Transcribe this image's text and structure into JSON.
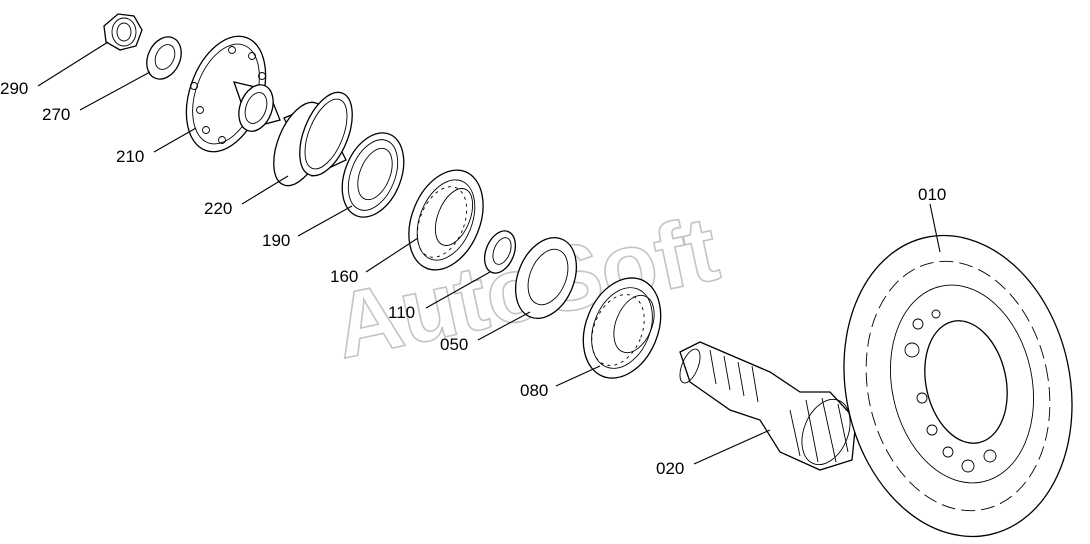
{
  "watermark": "AutoSoft",
  "parts": [
    {
      "id": "nut",
      "label": "290"
    },
    {
      "id": "washer",
      "label": "270"
    },
    {
      "id": "flange",
      "label": "210"
    },
    {
      "id": "sleeve",
      "label": "220"
    },
    {
      "id": "seal",
      "label": "190"
    },
    {
      "id": "bearing-outer",
      "label": "160"
    },
    {
      "id": "spacer-ring",
      "label": "110"
    },
    {
      "id": "shim",
      "label": "050"
    },
    {
      "id": "bearing-inner",
      "label": "080"
    },
    {
      "id": "pinion-shaft",
      "label": "020"
    },
    {
      "id": "ring-gear",
      "label": "010"
    }
  ]
}
